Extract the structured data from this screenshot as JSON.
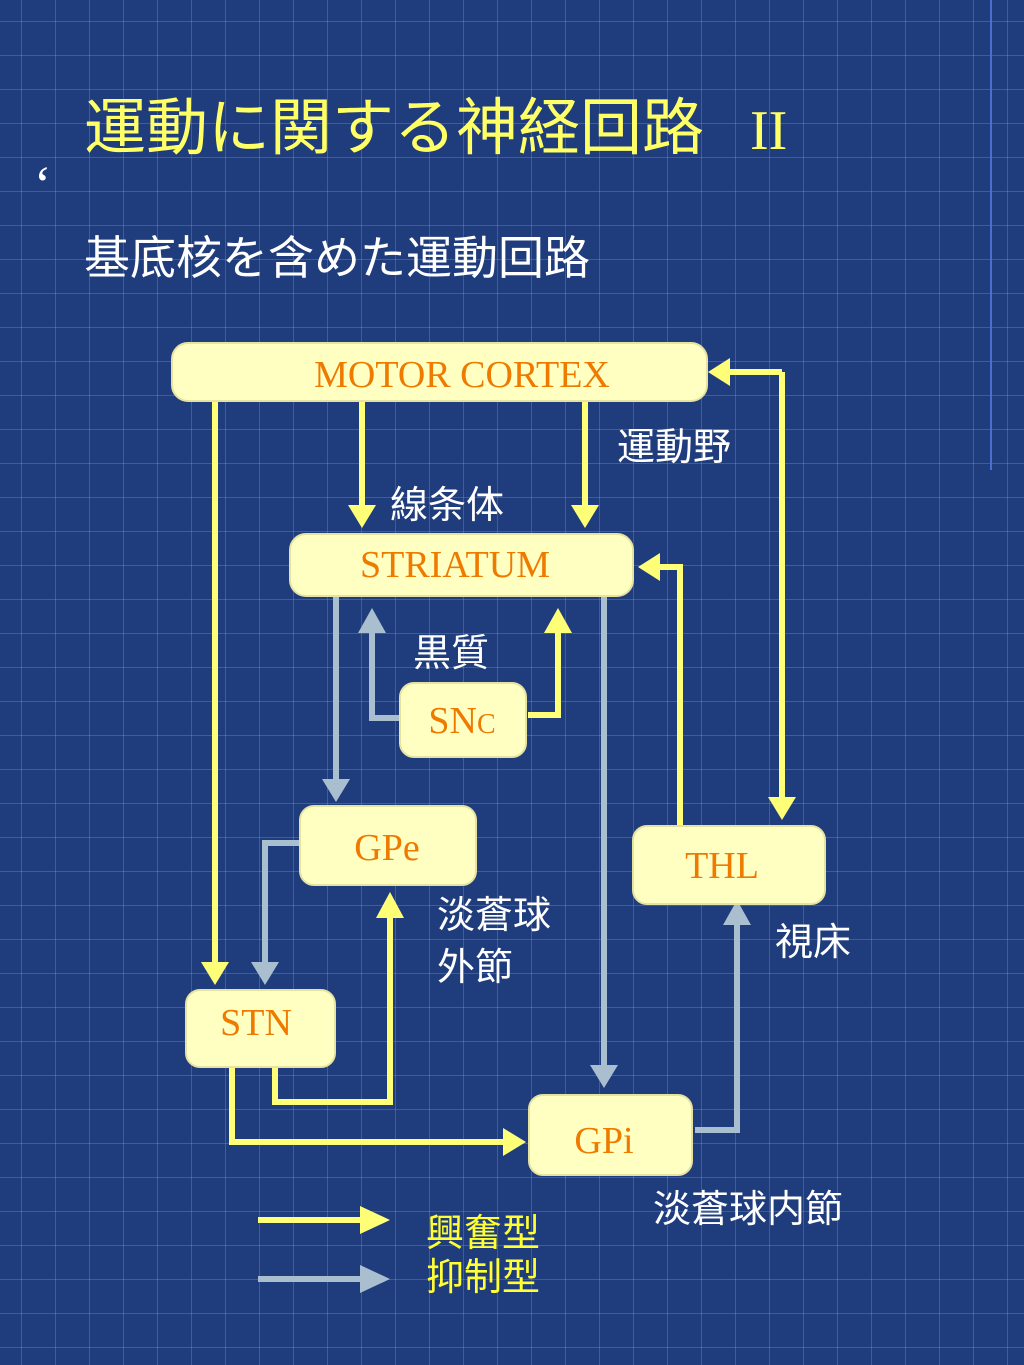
{
  "slide": {
    "title": "運動に関する神経回路",
    "title_numeral": "II",
    "bullet_mark": "‘",
    "subtitle": "基底核を含めた運動回路"
  },
  "nodes": {
    "motor_cortex": "MOTOR CORTEX",
    "striatum": "STRIATUM",
    "snc_main": "SN",
    "snc_sub": "C",
    "gpe": "GPe",
    "thl": "THL",
    "stn": "STN",
    "gpi": "GPi"
  },
  "labels": {
    "motor_cortex_jp": "運動野",
    "striatum_jp": "線条体",
    "snc_jp": "黒質",
    "gpe_jp_line1": "淡蒼球",
    "gpe_jp_line2": "外節",
    "thl_jp": "視床",
    "gpi_jp": "淡蒼球内節"
  },
  "legend": {
    "excitatory": "興奮型",
    "inhibitory": "抑制型"
  },
  "colors": {
    "background": "#1f3c7c",
    "title": "#ffff66",
    "box_fill": "#ffffc2",
    "box_text": "#ee7a00",
    "excitatory_arrow": "#ffff77",
    "inhibitory_arrow": "#a9bfcf",
    "legend_text": "#ffff33"
  },
  "edges": [
    {
      "from": "MOTOR CORTEX",
      "to": "STRIATUM",
      "type": "excitatory"
    },
    {
      "from": "MOTOR CORTEX",
      "to": "STN",
      "type": "excitatory"
    },
    {
      "from": "THL",
      "to": "MOTOR CORTEX",
      "type": "excitatory"
    },
    {
      "from": "MOTOR CORTEX",
      "to": "THL",
      "type": "excitatory"
    },
    {
      "from": "SNc",
      "to": "STRIATUM",
      "type": "excitatory"
    },
    {
      "from": "SNc",
      "to": "STRIATUM",
      "type": "inhibitory"
    },
    {
      "from": "STRIATUM",
      "to": "GPe",
      "type": "inhibitory"
    },
    {
      "from": "STRIATUM",
      "to": "GPi",
      "type": "inhibitory"
    },
    {
      "from": "GPe",
      "to": "STN",
      "type": "inhibitory"
    },
    {
      "from": "STN",
      "to": "GPe",
      "type": "excitatory"
    },
    {
      "from": "STN",
      "to": "GPi",
      "type": "excitatory"
    },
    {
      "from": "GPi",
      "to": "THL",
      "type": "inhibitory"
    },
    {
      "from": "THL",
      "to": "STRIATUM",
      "type": "excitatory"
    }
  ]
}
